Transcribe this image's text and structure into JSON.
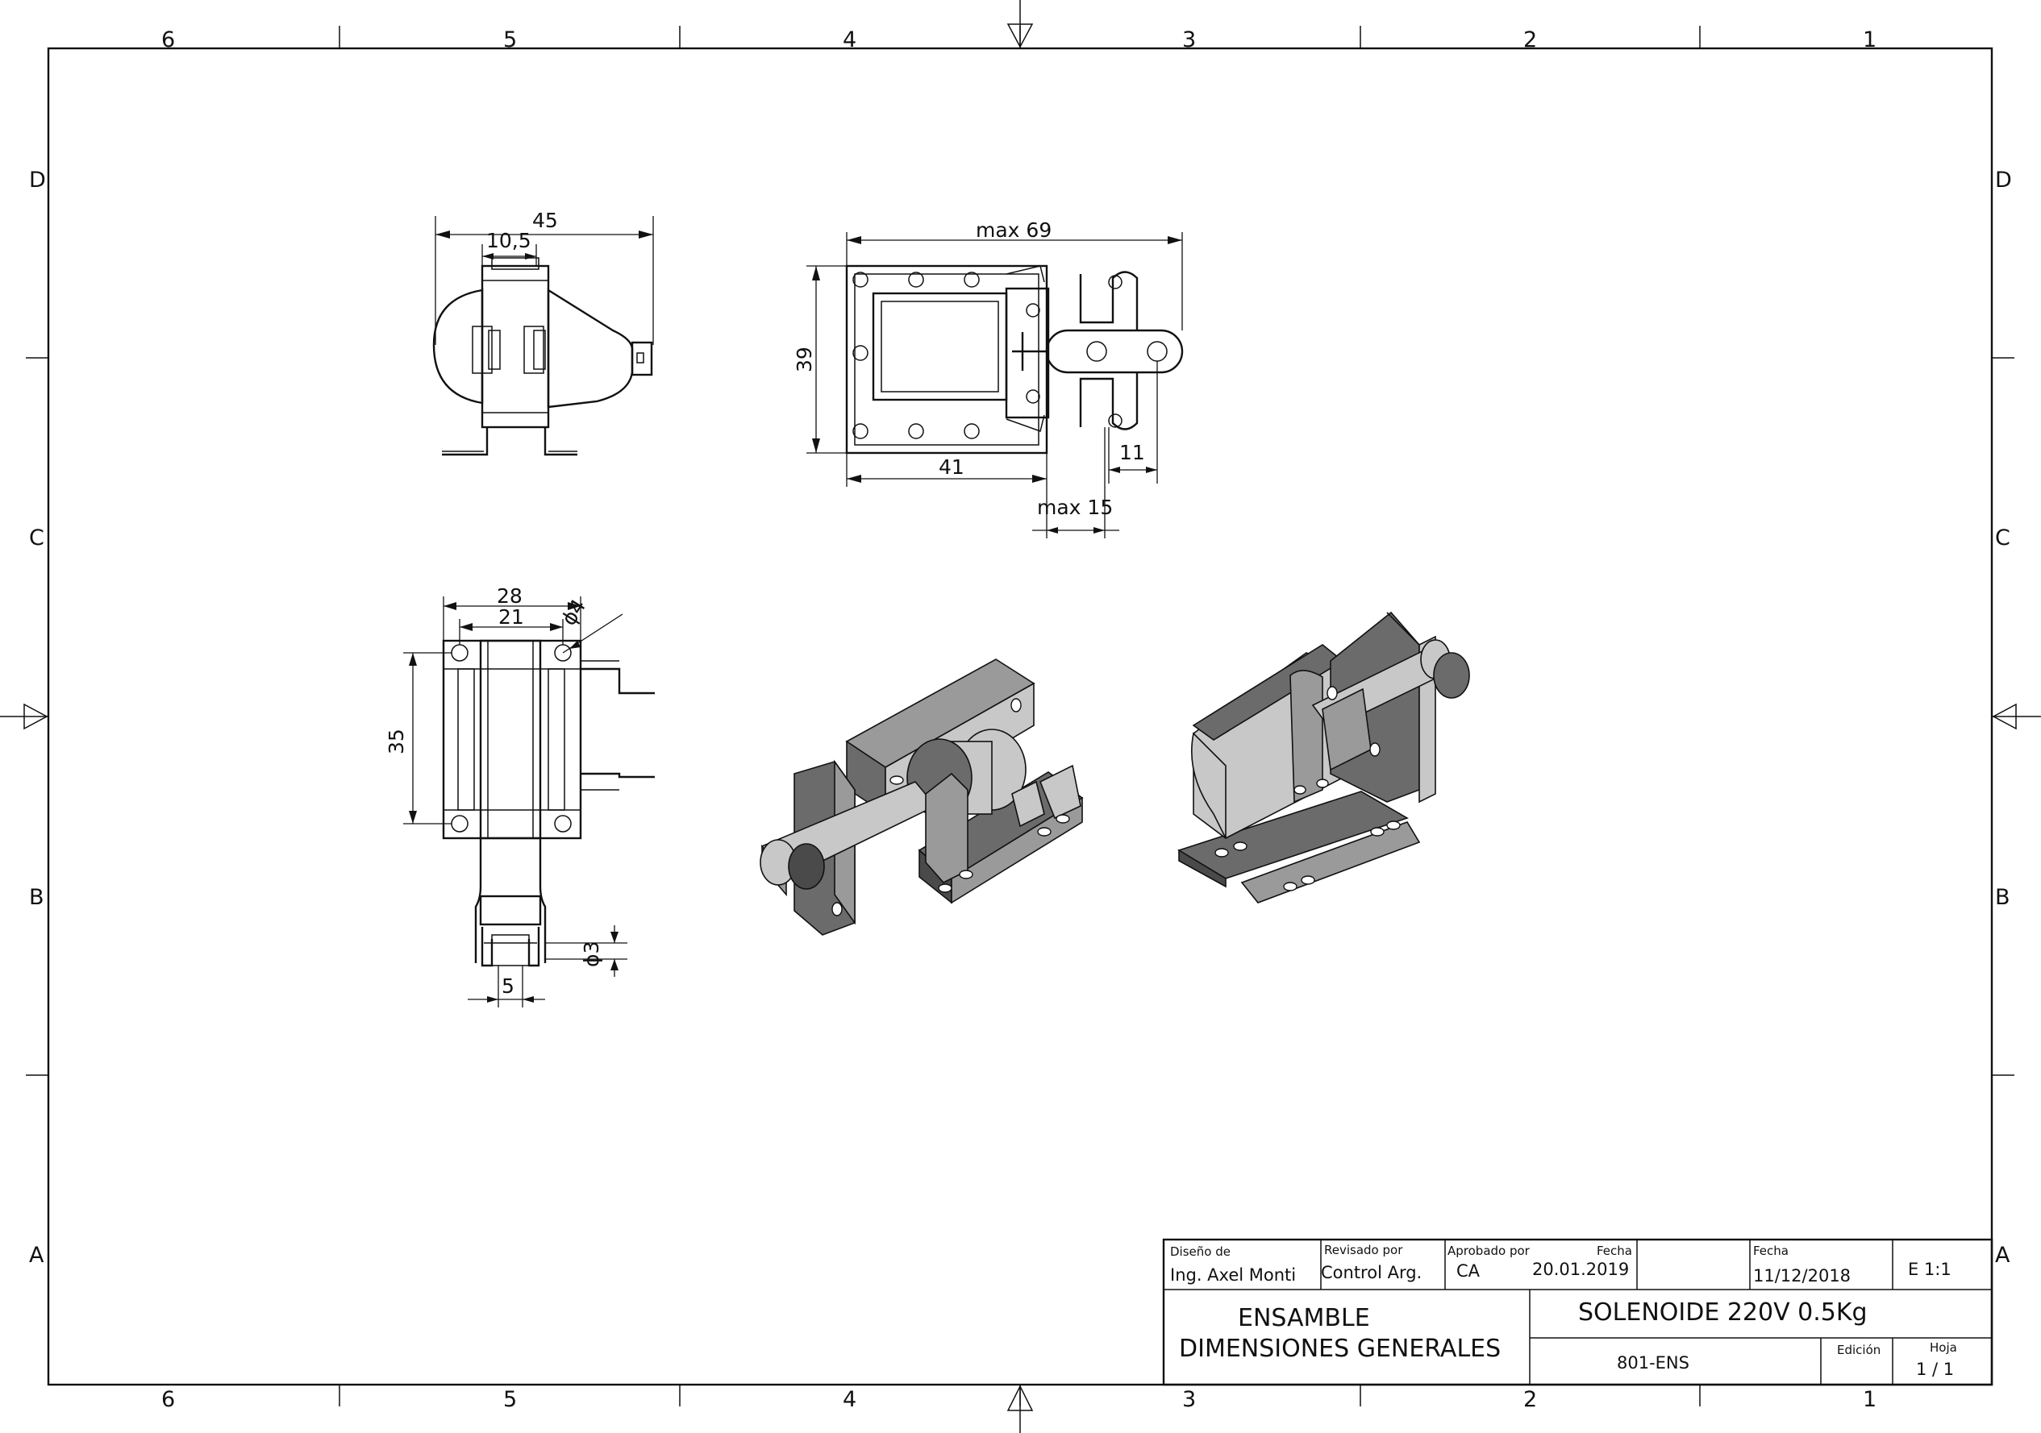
{
  "zones": {
    "columns": [
      "6",
      "5",
      "4",
      "3",
      "2",
      "1"
    ],
    "rows": [
      "D",
      "C",
      "B",
      "A"
    ]
  },
  "dimensions": {
    "side_total_width": "45",
    "side_inner_width": "10,5",
    "top_max_length": "max 69",
    "top_height": "39",
    "top_body_length": "41",
    "top_tab": "11",
    "top_stroke": "max 15",
    "front_outer_width": "28",
    "front_hole_spacing": "21",
    "front_hole_diameter": "ϕ4",
    "front_height": "35",
    "front_pin_diameter": "ϕ3",
    "front_plunger_width": "5"
  },
  "title_block": {
    "designed_by_label": "Diseño de",
    "designed_by": "Ing. Axel Monti",
    "reviewed_by_label": "Revisado por",
    "reviewed_by": "Control Arg.",
    "approved_by_label": "Aprobado por",
    "approved_by": "CA",
    "approval_date_label": "Fecha",
    "approval_date": "20.01.2019",
    "date_label": "Fecha",
    "date": "11/12/2018",
    "scale": "E 1:1",
    "title_line1": "ENSAMBLE",
    "title_line2": "DIMENSIONES  GENERALES",
    "part_name": "SOLENOIDE  220V 0.5Kg",
    "drawing_number": "801-ENS",
    "edition_label": "Edición",
    "sheet_label": "Hoja",
    "sheet": "1 / 1"
  }
}
